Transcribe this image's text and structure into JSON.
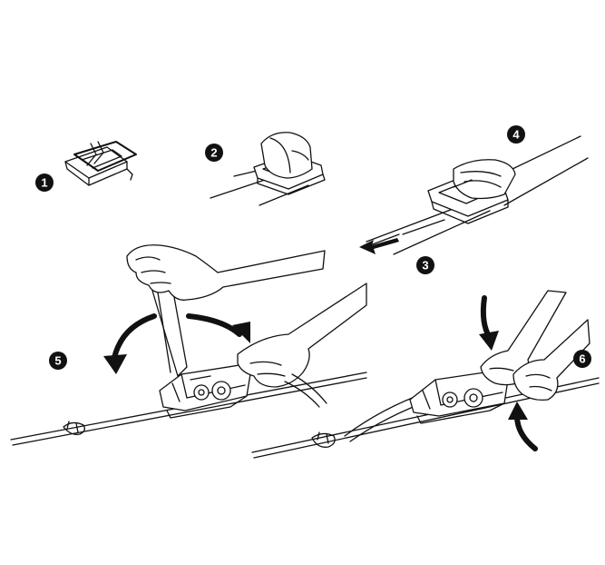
{
  "steps": [
    {
      "number": "1"
    },
    {
      "number": "2"
    },
    {
      "number": "3"
    },
    {
      "number": "4"
    },
    {
      "number": "5"
    },
    {
      "number": "6"
    }
  ],
  "colors": {
    "ink": "#111111",
    "background": "#ffffff"
  },
  "icons": [
    "buckle-icon",
    "strap-threaded-icon",
    "strap-pull-arrow-icon",
    "tensioner-tool-icon",
    "hand-icon",
    "curved-arrow-icon"
  ]
}
